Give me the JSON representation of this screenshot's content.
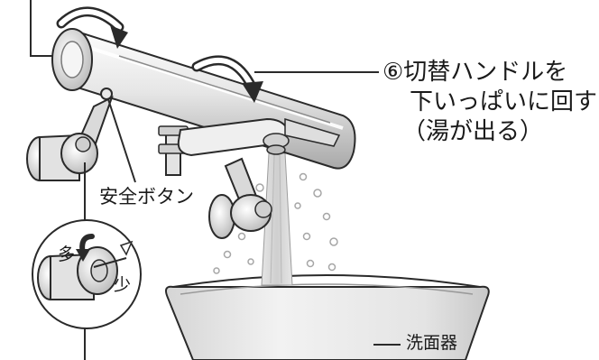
{
  "callouts": {
    "step6_line1": "⑥切替ハンドルを",
    "step6_line2": "下いっぱいに回す",
    "step6_note": "（湯が出る）",
    "safety_button": "安全ボタン",
    "basin": "洗面器",
    "more": "多",
    "less": "少"
  },
  "colors": {
    "line": "#2a2a2a",
    "metal_light": "#f4f4f4",
    "metal_mid": "#c9c9c9",
    "metal_dark": "#8e8e8e",
    "basin": "#ececec",
    "water": "#dcdcdc"
  }
}
